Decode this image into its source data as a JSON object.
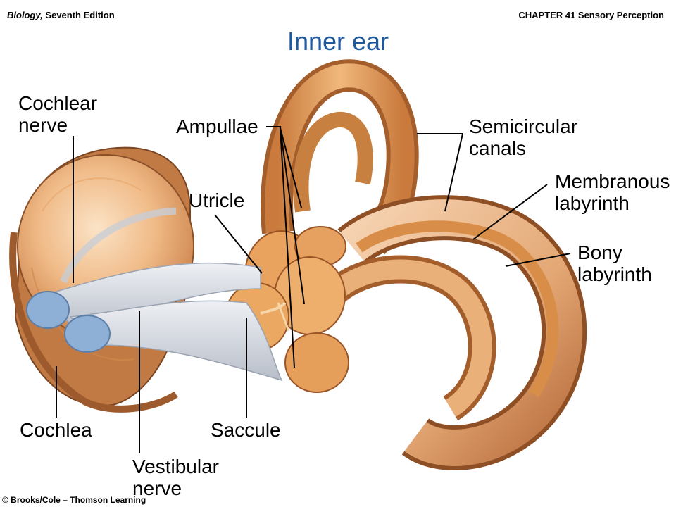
{
  "header": {
    "book_title": "Biology,",
    "edition": "Seventh Edition",
    "chapter": "CHAPTER 41 Sensory Perception"
  },
  "title": "Inner ear",
  "labels": {
    "cochlear_nerve": [
      "Cochlear",
      "nerve"
    ],
    "ampullae": "Ampullae",
    "semicircular_canals": [
      "Semicircular",
      "canals"
    ],
    "membranous_labyrinth": [
      "Membranous",
      "labyrinth"
    ],
    "utricle": "Utricle",
    "bony_labyrinth": [
      "Bony",
      "labyrinth"
    ],
    "cochlea": "Cochlea",
    "saccule": "Saccule",
    "vestibular_nerve": [
      "Vestibular",
      "nerve"
    ]
  },
  "copyright": "© Brooks/Cole – Thomson Learning",
  "colors": {
    "title": "#1f5a9e",
    "bone_light": "#f2c9a2",
    "bone_mid": "#e3a774",
    "bone_dark": "#b86c3c",
    "membrane": "#d9903f",
    "nerve": "#d7dbe3",
    "nerve_end": "#8fb0d6"
  }
}
